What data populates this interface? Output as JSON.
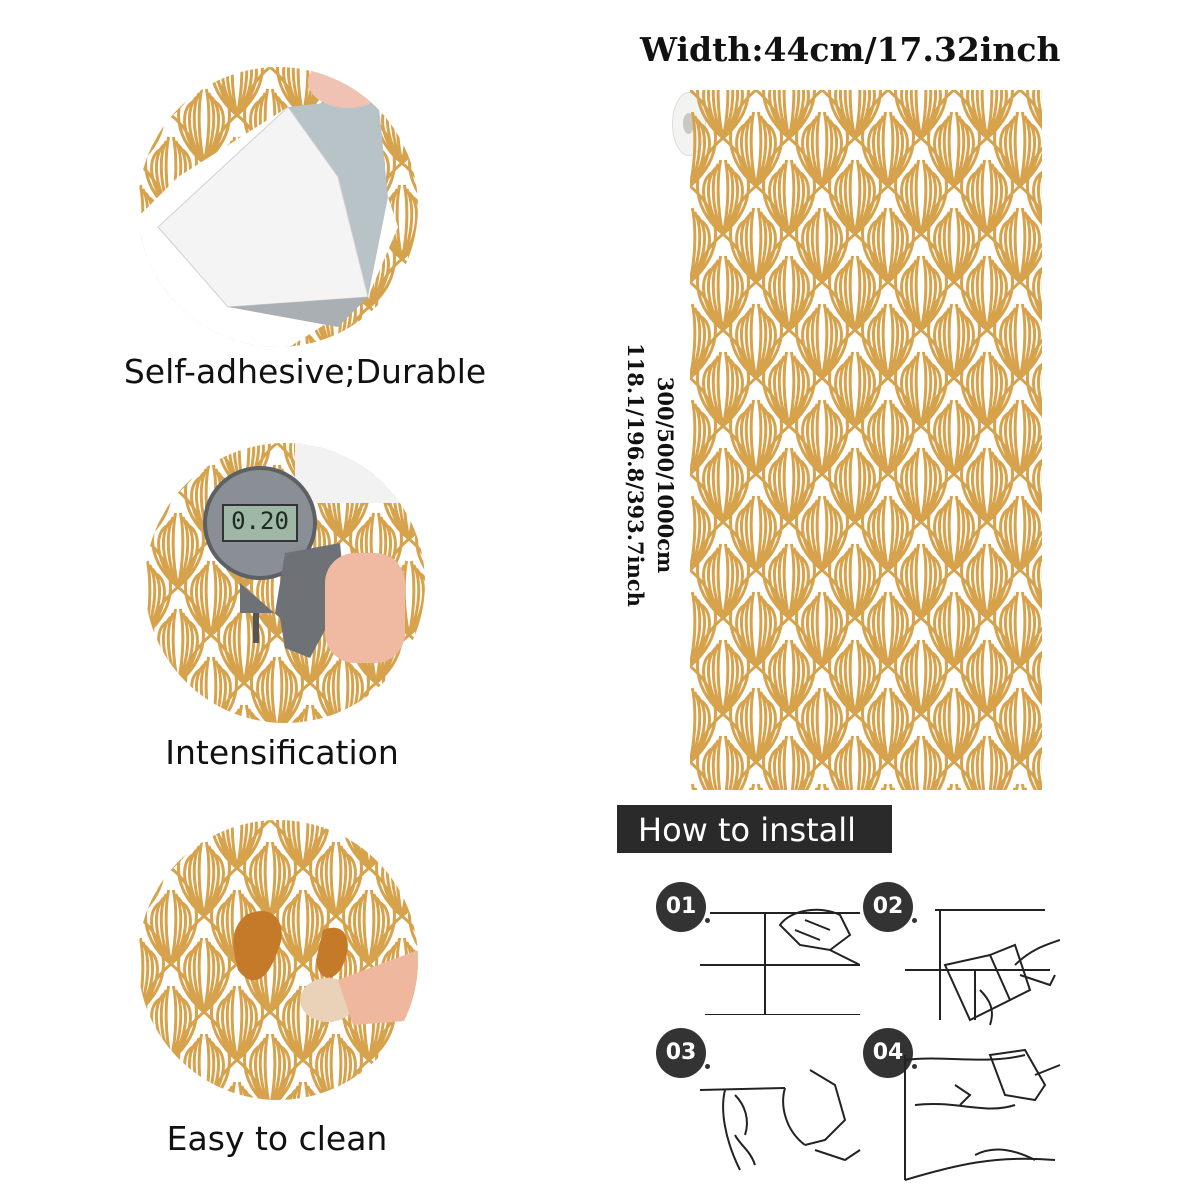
{
  "colors": {
    "pattern_gold": "#d6a24c",
    "background": "#ffffff",
    "howto_bar": "#2a2a2a"
  },
  "features": [
    {
      "label": "Self-adhesive;Durable",
      "icon": "peeling-sticker-icon"
    },
    {
      "label": "Intensification",
      "icon": "thickness-gauge-icon",
      "gauge_reading": "0.20"
    },
    {
      "label": "Easy to clean",
      "icon": "wipe-clean-icon"
    }
  ],
  "roll": {
    "width_label": "Width:44cm/17.32inch",
    "length_label_cm": "300/500/1000cm",
    "length_label_inch": "118.1/196.8/393.7inch"
  },
  "install": {
    "title": "How to install",
    "steps": [
      {
        "number": "01",
        "icon": "wipe-wall-icon"
      },
      {
        "number": "02",
        "icon": "cut-paper-icon"
      },
      {
        "number": "03",
        "icon": "peel-backing-icon"
      },
      {
        "number": "04",
        "icon": "smooth-apply-icon"
      }
    ]
  }
}
